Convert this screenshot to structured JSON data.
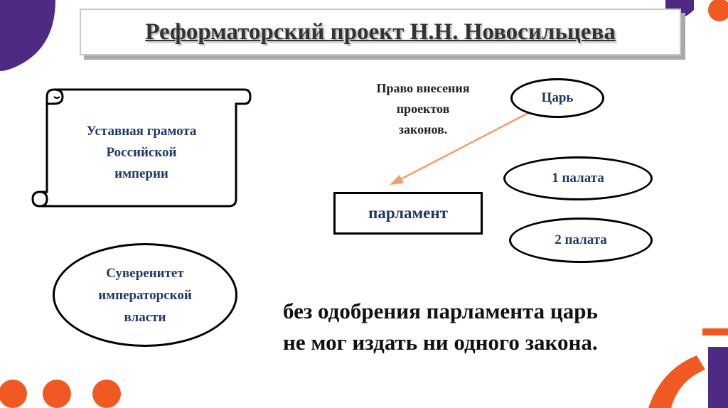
{
  "title": "Реформаторский проект Н.Н. Новосильцева",
  "scroll": {
    "line1": "Уставная грамота",
    "line2": "Российской",
    "line3": "империи"
  },
  "sovereignty": {
    "line1": "Суверенитет",
    "line2": "императорской",
    "line3": "власти"
  },
  "right_of_proposal": {
    "line1": "Право внесения",
    "line2": "проектов",
    "line3": "законов."
  },
  "tsar": "Царь",
  "chamber1": "1 палата",
  "chamber2": "2 палата",
  "parliament": "парламент",
  "statement": {
    "line1": "без одобрения парламента царь",
    "line2": "не мог издать ни одного закона."
  },
  "colors": {
    "purple": "#4e2a84",
    "orange": "#f05a22",
    "text_blue": "#1f3864",
    "arrow": "#f0a070"
  }
}
